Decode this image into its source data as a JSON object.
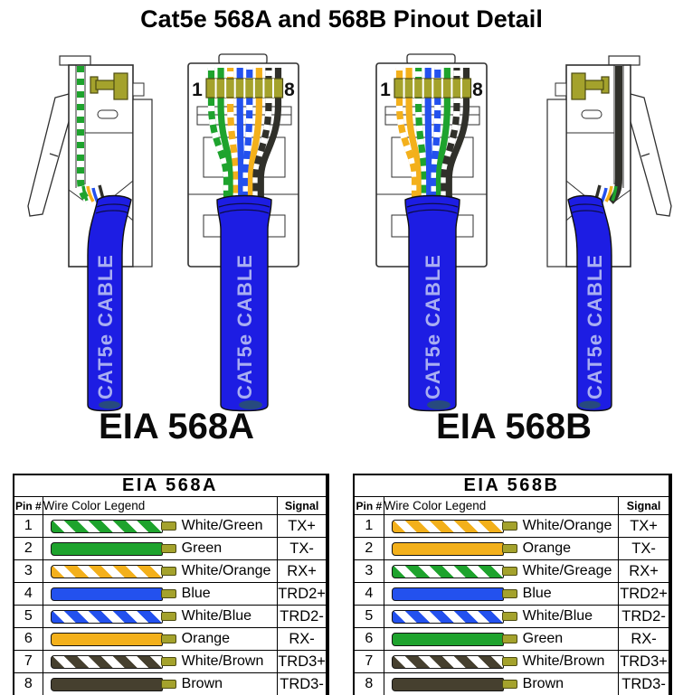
{
  "page": {
    "title": "Cat5e 568A and 568B Pinout Detail"
  },
  "colors": {
    "green": "#1ea32d",
    "orange": "#f3b01b",
    "blue": "#2351ee",
    "brown": "#46402f",
    "dark": "#30302a",
    "olive": "#a4a22c",
    "olive_dark": "#4c4b12",
    "cable_blue": "#1d1de3",
    "cable_text": "#a9aef2",
    "cable_shadow": "#274a7e",
    "outline": "#2f2f2f"
  },
  "connectors": {
    "pin_first": "1",
    "pin_last": "8",
    "cable_label": "CAT5e CABLE",
    "front_a_wires": [
      {
        "style": "striped",
        "color_key": "green"
      },
      {
        "style": "solid",
        "color_key": "green"
      },
      {
        "style": "striped",
        "color_key": "orange"
      },
      {
        "style": "solid",
        "color_key": "blue"
      },
      {
        "style": "striped",
        "color_key": "blue"
      },
      {
        "style": "solid",
        "color_key": "orange"
      },
      {
        "style": "striped",
        "color_key": "dark"
      },
      {
        "style": "solid",
        "color_key": "dark"
      }
    ],
    "front_b_wires": [
      {
        "style": "striped",
        "color_key": "orange"
      },
      {
        "style": "solid",
        "color_key": "orange"
      },
      {
        "style": "striped",
        "color_key": "green"
      },
      {
        "style": "solid",
        "color_key": "blue"
      },
      {
        "style": "striped",
        "color_key": "blue"
      },
      {
        "style": "solid",
        "color_key": "green"
      },
      {
        "style": "striped",
        "color_key": "dark"
      },
      {
        "style": "solid",
        "color_key": "dark"
      }
    ],
    "side_a_wire": {
      "style": "striped",
      "color_key": "green"
    },
    "side_b_wire": {
      "style": "solid",
      "color_key": "dark"
    }
  },
  "section_labels": {
    "a": "EIA 568A",
    "b": "EIA 568B"
  },
  "tables": [
    {
      "title": "EIA 568A",
      "col_pin": "Pin #",
      "col_legend": "Wire Color Legend",
      "col_signal": "Signal",
      "rows": [
        {
          "pin": "1",
          "name": "White/Green",
          "signal": "TX+",
          "style": "striped",
          "color_key": "green"
        },
        {
          "pin": "2",
          "name": "Green",
          "signal": "TX-",
          "style": "solid",
          "color_key": "green"
        },
        {
          "pin": "3",
          "name": "White/Orange",
          "signal": "RX+",
          "style": "striped",
          "color_key": "orange"
        },
        {
          "pin": "4",
          "name": "Blue",
          "signal": "TRD2+",
          "style": "solid",
          "color_key": "blue"
        },
        {
          "pin": "5",
          "name": "White/Blue",
          "signal": "TRD2-",
          "style": "striped",
          "color_key": "blue"
        },
        {
          "pin": "6",
          "name": "Orange",
          "signal": "RX-",
          "style": "solid",
          "color_key": "orange"
        },
        {
          "pin": "7",
          "name": "White/Brown",
          "signal": "TRD3+",
          "style": "striped",
          "color_key": "brown"
        },
        {
          "pin": "8",
          "name": "Brown",
          "signal": "TRD3-",
          "style": "solid",
          "color_key": "brown"
        }
      ]
    },
    {
      "title": "EIA 568B",
      "col_pin": "Pin #",
      "col_legend": "Wire Color Legend",
      "col_signal": "Signal",
      "rows": [
        {
          "pin": "1",
          "name": "White/Orange",
          "signal": "TX+",
          "style": "striped",
          "color_key": "orange"
        },
        {
          "pin": "2",
          "name": "Orange",
          "signal": "TX-",
          "style": "solid",
          "color_key": "orange"
        },
        {
          "pin": "3",
          "name": "White/Greage",
          "signal": "RX+",
          "style": "striped",
          "color_key": "green"
        },
        {
          "pin": "4",
          "name": "Blue",
          "signal": "TRD2+",
          "style": "solid",
          "color_key": "blue"
        },
        {
          "pin": "5",
          "name": "White/Blue",
          "signal": "TRD2-",
          "style": "striped",
          "color_key": "blue"
        },
        {
          "pin": "6",
          "name": "Green",
          "signal": "RX-",
          "style": "solid",
          "color_key": "green"
        },
        {
          "pin": "7",
          "name": "White/Brown",
          "signal": "TRD3+",
          "style": "striped",
          "color_key": "brown"
        },
        {
          "pin": "8",
          "name": "Brown",
          "signal": "TRD3-",
          "style": "solid",
          "color_key": "brown"
        }
      ]
    }
  ]
}
